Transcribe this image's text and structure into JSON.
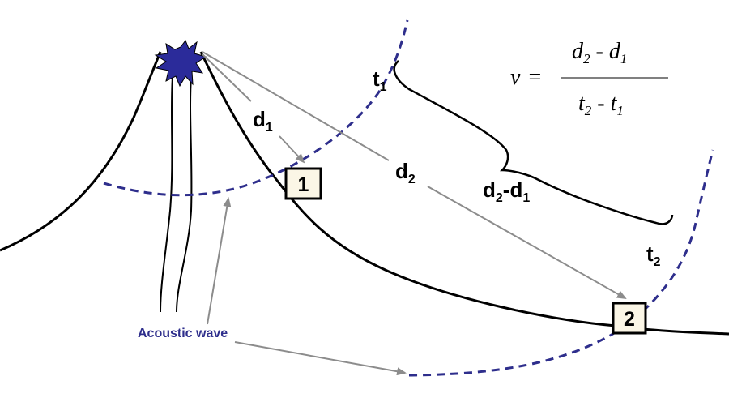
{
  "colors": {
    "wave": "#2e2e8c",
    "explosion": "#2b2b9a",
    "arrow": "#8c8c8c",
    "outline": "#000000",
    "box_fill": "#fbf6e6",
    "acoustic_label": "#2e2e8c"
  },
  "labels": {
    "d1": {
      "main": "d",
      "sub": "1"
    },
    "d2": {
      "main": "d",
      "sub": "2"
    },
    "t1": {
      "main": "t",
      "sub": "1"
    },
    "t2": {
      "main": "t",
      "sub": "2"
    },
    "d2_minus_d1": {
      "a_main": "d",
      "a_sub": "2",
      "op": "-",
      "b_main": "d",
      "b_sub": "1"
    },
    "acoustic_wave": "Acoustic wave"
  },
  "stations": [
    {
      "id": "1",
      "label": "1"
    },
    {
      "id": "2",
      "label": "2"
    }
  ],
  "equation": {
    "lhs": "v",
    "equals": "=",
    "numerator": {
      "a_main": "d",
      "a_sub": "2",
      "op": " - ",
      "b_main": "d",
      "b_sub": "1"
    },
    "denominator": {
      "a_main": "t",
      "a_sub": "2",
      "op": " - ",
      "b_main": "t",
      "b_sub": "1"
    }
  }
}
